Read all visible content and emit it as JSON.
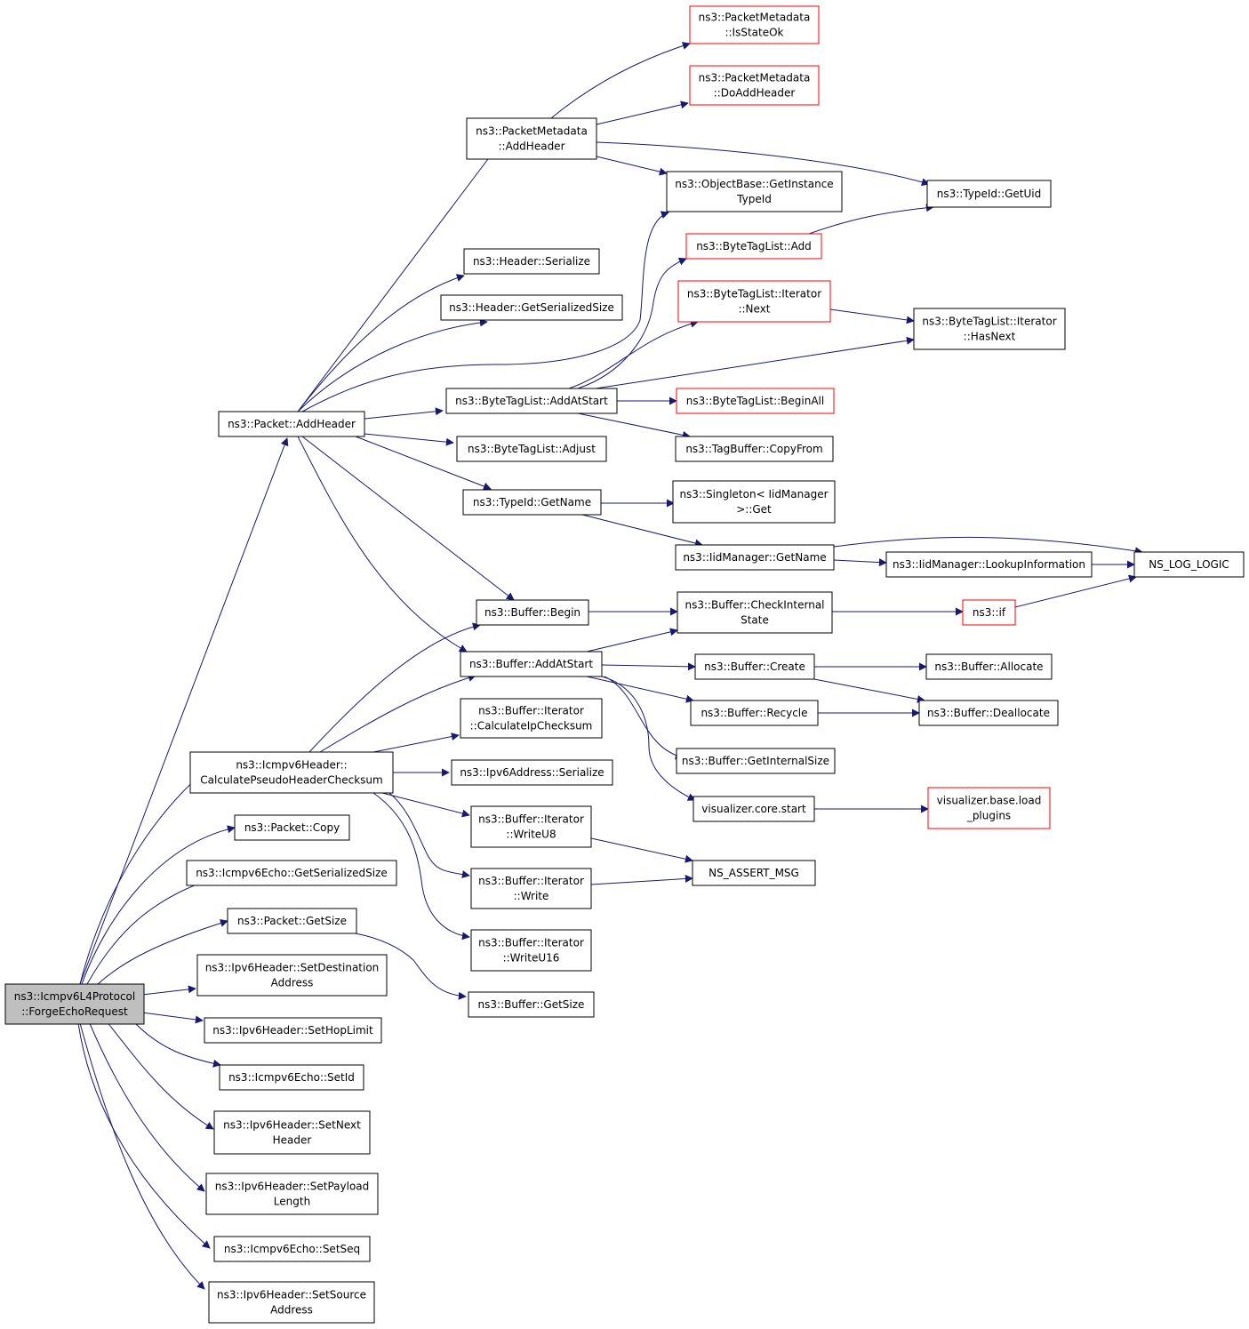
{
  "colors": {
    "edge": "#191970",
    "node_border": "#000000",
    "truncated_border": "#ff0000",
    "root_fill": "#bfbfbf",
    "background": "#ffffff"
  },
  "nodes": {
    "root": [
      "ns3::Icmpv6L4Protocol",
      "::ForgeEchoRequest"
    ],
    "pkt_addheader": [
      "ns3::Packet::AddHeader"
    ],
    "pmd_addheader": [
      "ns3::PacketMetadata",
      "::AddHeader"
    ],
    "pmd_isstateok": [
      "ns3::PacketMetadata",
      "::IsStateOk"
    ],
    "pmd_doaddheader": [
      "ns3::PacketMetadata",
      "::DoAddHeader"
    ],
    "objbase_gettypeid": [
      "ns3::ObjectBase::GetInstance",
      "TypeId"
    ],
    "typeid_getuid": [
      "ns3::TypeId::GetUid"
    ],
    "hdr_serialize": [
      "ns3::Header::Serialize"
    ],
    "hdr_getsersize": [
      "ns3::Header::GetSerializedSize"
    ],
    "btl_add": [
      "ns3::ByteTagList::Add"
    ],
    "btl_iter_next": [
      "ns3::ByteTagList::Iterator",
      "::Next"
    ],
    "btl_iter_hasnext": [
      "ns3::ByteTagList::Iterator",
      "::HasNext"
    ],
    "btl_addatstart": [
      "ns3::ByteTagList::AddAtStart"
    ],
    "btl_beginall": [
      "ns3::ByteTagList::BeginAll"
    ],
    "btl_adjust": [
      "ns3::ByteTagList::Adjust"
    ],
    "tagbuf_copyfrom": [
      "ns3::TagBuffer::CopyFrom"
    ],
    "typeid_getname": [
      "ns3::TypeId::GetName"
    ],
    "singleton_get": [
      "ns3::Singleton< IidManager",
      ">::Get"
    ],
    "iidmgr_getname": [
      "ns3::IidManager::GetName"
    ],
    "iidmgr_lookup": [
      "ns3::IidManager::LookupInformation"
    ],
    "ns_log_logic": [
      "NS_LOG_LOGIC"
    ],
    "buf_begin": [
      "ns3::Buffer::Begin"
    ],
    "buf_checkinternal": [
      "ns3::Buffer::CheckInternal",
      "State"
    ],
    "ns3_if": [
      "ns3::if"
    ],
    "buf_addatstart": [
      "ns3::Buffer::AddAtStart"
    ],
    "buf_create": [
      "ns3::Buffer::Create"
    ],
    "buf_allocate": [
      "ns3::Buffer::Allocate"
    ],
    "buf_recycle": [
      "ns3::Buffer::Recycle"
    ],
    "buf_deallocate": [
      "ns3::Buffer::Deallocate"
    ],
    "buf_getinternalsize": [
      "ns3::Buffer::GetInternalSize"
    ],
    "vis_core_start": [
      "visualizer.core.start"
    ],
    "vis_base_load": [
      "visualizer.base.load",
      "_plugins"
    ],
    "icmpv6hdr_calcpseudo": [
      "ns3::Icmpv6Header::",
      "CalculatePseudoHeaderChecksum"
    ],
    "bufiter_calcip": [
      "ns3::Buffer::Iterator",
      "::CalculateIpChecksum"
    ],
    "ipv6addr_serialize": [
      "ns3::Ipv6Address::Serialize"
    ],
    "bufiter_writeu8": [
      "ns3::Buffer::Iterator",
      "::WriteU8"
    ],
    "ns_assert_msg": [
      "NS_ASSERT_MSG"
    ],
    "bufiter_write": [
      "ns3::Buffer::Iterator",
      "::Write"
    ],
    "bufiter_writeu16": [
      "ns3::Buffer::Iterator",
      "::WriteU16"
    ],
    "pkt_copy": [
      "ns3::Packet::Copy"
    ],
    "icmpv6echo_getsersize": [
      "ns3::Icmpv6Echo::GetSerializedSize"
    ],
    "pkt_getsize": [
      "ns3::Packet::GetSize"
    ],
    "buf_getsize": [
      "ns3::Buffer::GetSize"
    ],
    "ipv6hdr_setdest": [
      "ns3::Ipv6Header::SetDestination",
      "Address"
    ],
    "ipv6hdr_sethoplimit": [
      "ns3::Ipv6Header::SetHopLimit"
    ],
    "icmpv6echo_setid": [
      "ns3::Icmpv6Echo::SetId"
    ],
    "ipv6hdr_setnext": [
      "ns3::Ipv6Header::SetNext",
      "Header"
    ],
    "ipv6hdr_setpayload": [
      "ns3::Ipv6Header::SetPayload",
      "Length"
    ],
    "icmpv6echo_setseq": [
      "ns3::Icmpv6Echo::SetSeq"
    ],
    "ipv6hdr_setsource": [
      "ns3::Ipv6Header::SetSource",
      "Address"
    ]
  }
}
